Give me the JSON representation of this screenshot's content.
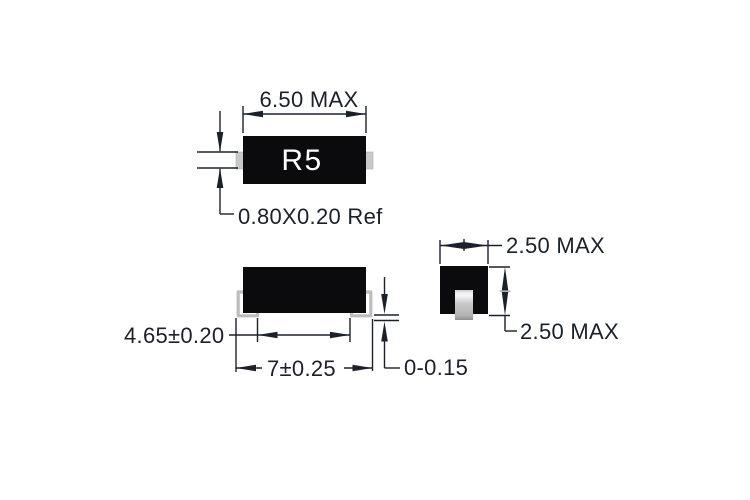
{
  "drawing": {
    "background_color": "#ffffff",
    "line_color": "#1b202b",
    "body_color": "#0b0b0e",
    "lead_color": "#c9c9c9",
    "views": {
      "top_view": {
        "marking": "R5",
        "dims": {
          "body_length": "6.50 MAX",
          "terminal_ref": "0.80X0.20 Ref"
        }
      },
      "side_view": {
        "dims": {
          "inner_lead_span": "4.65±0.20",
          "outer_lead_span": "7±0.25",
          "standoff": "0-0.15"
        }
      },
      "end_view": {
        "dims": {
          "width": "2.50 MAX",
          "height": "2.50 MAX"
        }
      }
    }
  }
}
